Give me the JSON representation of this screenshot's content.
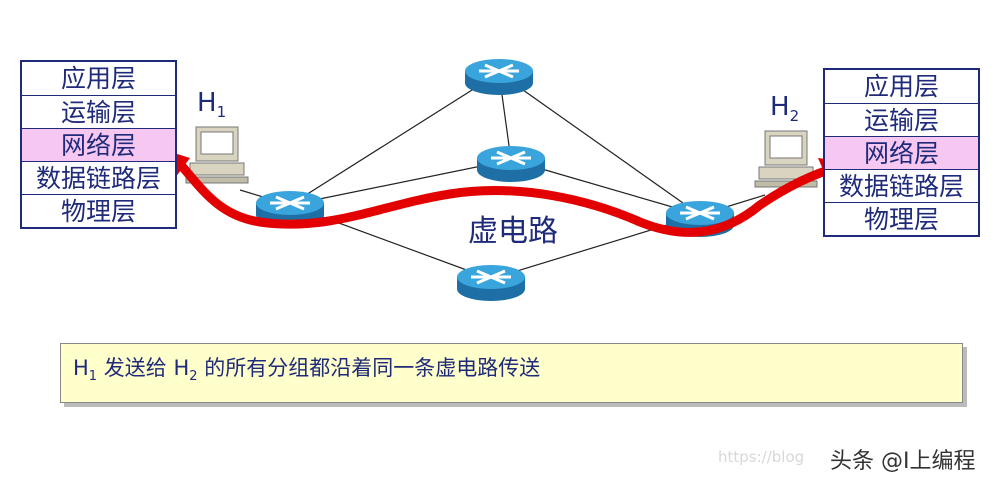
{
  "left_stack": {
    "layers": [
      "应用层",
      "运输层",
      "网络层",
      "数据链路层",
      "物理层"
    ],
    "highlight_index": 2
  },
  "right_stack": {
    "layers": [
      "应用层",
      "运输层",
      "网络层",
      "数据链路层",
      "物理层"
    ],
    "highlight_index": 2
  },
  "hosts": {
    "left": {
      "letter": "H",
      "sub": "1"
    },
    "right": {
      "letter": "H",
      "sub": "2"
    }
  },
  "virtual_circuit_label": "虚电路",
  "note": {
    "h1_letter": "H",
    "h1_sub": "1",
    "mid_text": " 发送给 ",
    "h2_letter": "H",
    "h2_sub": "2",
    "tail_text": " 的所有分组都沿着同一条虚电路传送"
  },
  "watermark": {
    "url_text": "https://blog",
    "brand": "头条 @I上编程"
  },
  "colors": {
    "path_red": "#e30000",
    "text_navy": "#1f2a7a",
    "highlight_pink": "#f6c7f0",
    "router_blue": "#2f8fc8",
    "note_bg": "#ffffcc"
  }
}
